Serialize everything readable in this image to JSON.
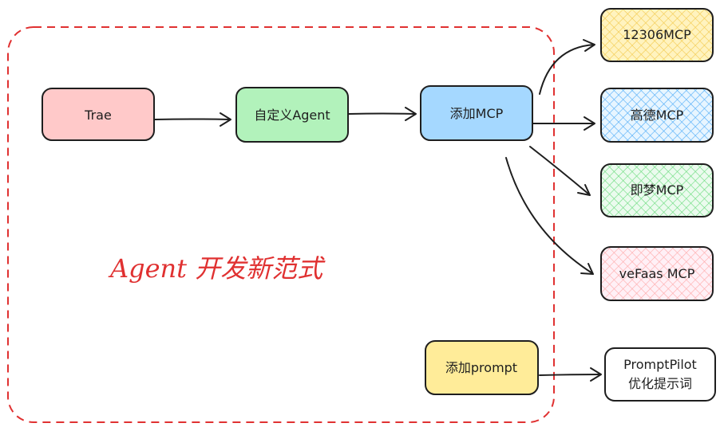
{
  "diagram": {
    "title": "Agent 开发新范式",
    "colors": {
      "frame": "#e03131",
      "stroke": "#1e1e1e",
      "arrow": "#1e1e1e"
    },
    "nodes": {
      "trae": {
        "label": "Trae",
        "fill": "#ffc9c9"
      },
      "custom_agent": {
        "label": "自定义Agent",
        "fill": "#b2f2bb"
      },
      "add_mcp": {
        "label": "添加MCP",
        "fill": "#a5d8ff"
      },
      "add_prompt": {
        "label": "添加prompt",
        "fill": "#ffec99"
      },
      "mcp_12306": {
        "label": "12306MCP",
        "fill": "#fff3bf",
        "hatch": "#f2c94c"
      },
      "mcp_gaode": {
        "label": "高德MCP",
        "fill": "#e7f5ff",
        "hatch": "#4dabf7"
      },
      "mcp_jimeng": {
        "label": "即梦MCP",
        "fill": "#ebfbee",
        "hatch": "#69db7c"
      },
      "mcp_vefaas": {
        "label": "veFaas MCP",
        "fill": "#fff0f6",
        "hatch": "#ffa8a8"
      },
      "prompt_pilot": {
        "line1": "PromptPilot",
        "line2": "优化提示词",
        "fill": "#ffffff"
      }
    }
  }
}
